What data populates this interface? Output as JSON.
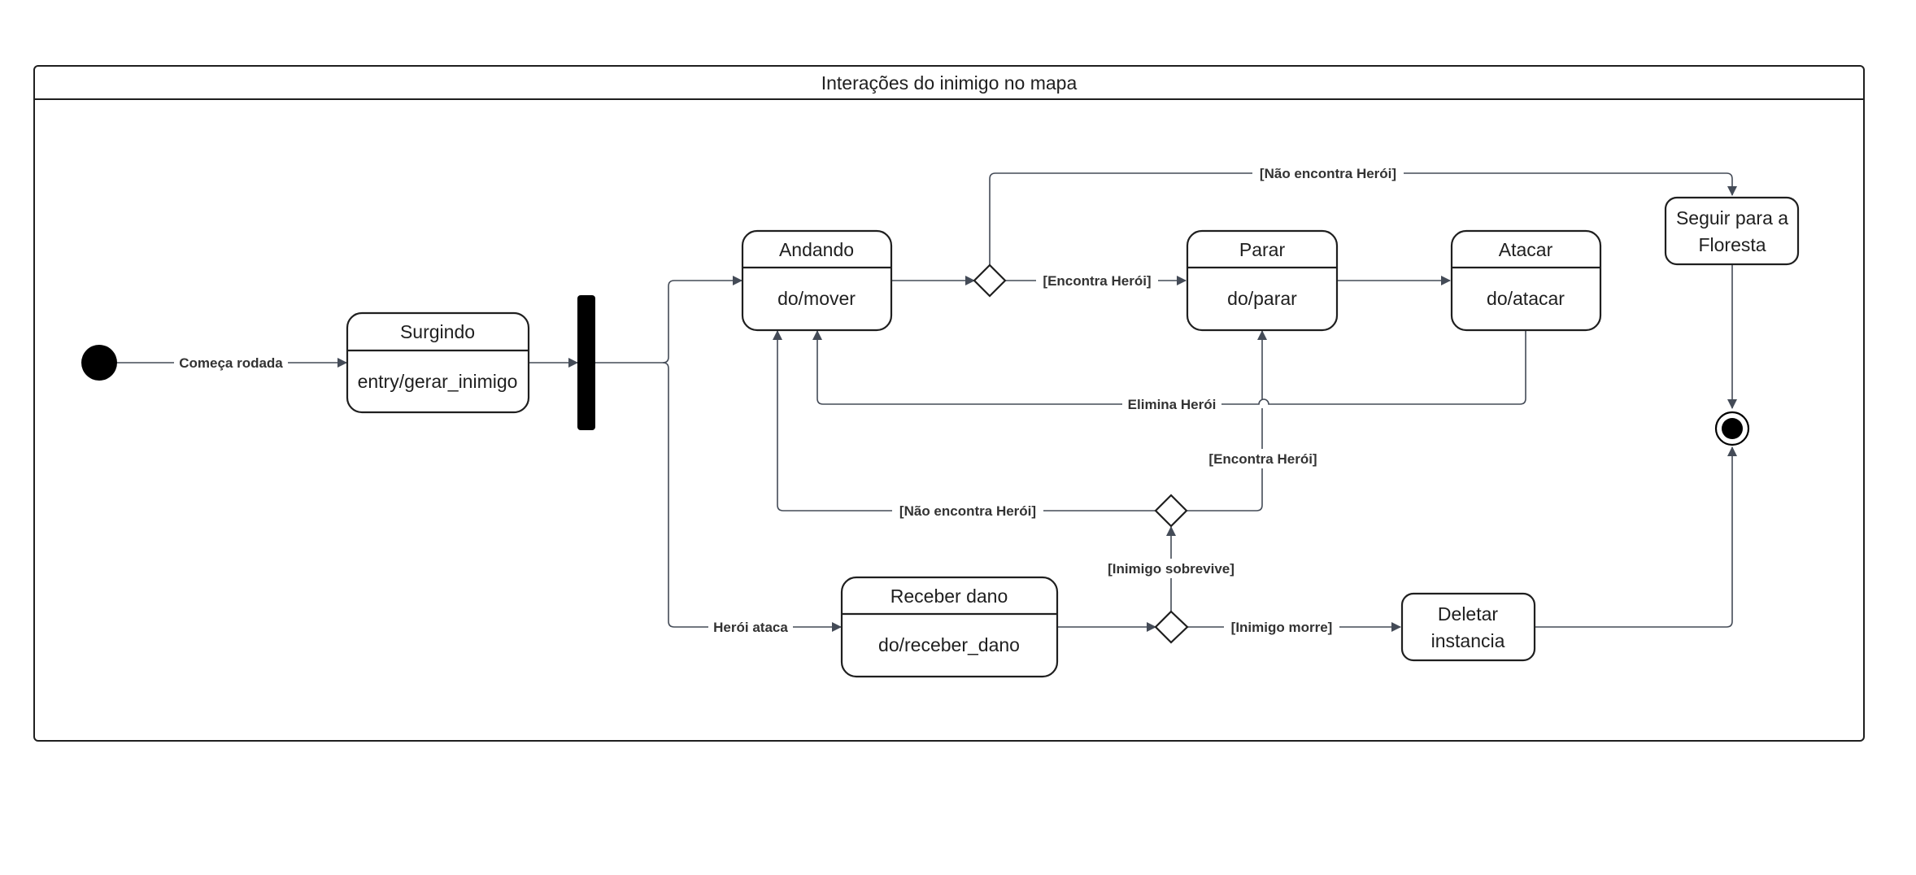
{
  "diagram": {
    "title": "Interações do inimigo no mapa",
    "states": {
      "surgindo": {
        "name": "Surgindo",
        "activity": "entry/gerar_inimigo"
      },
      "andando": {
        "name": "Andando",
        "activity": "do/mover"
      },
      "parar": {
        "name": "Parar",
        "activity": "do/parar"
      },
      "atacar": {
        "name": "Atacar",
        "activity": "do/atacar"
      },
      "receber_dano": {
        "name": "Receber dano",
        "activity": "do/receber_dano"
      },
      "seguir": {
        "line1": "Seguir para a",
        "line2": "Floresta"
      },
      "deletar": {
        "line1": "Deletar",
        "line2": "instancia"
      }
    },
    "edges": {
      "comeca_rodada": "Começa rodada",
      "nao_encontra_top": "[Não encontra Herói]",
      "encontra_top": "[Encontra Herói]",
      "elimina_heroi": "Elimina Herói",
      "encontra_mid": "[Encontra Herói]",
      "nao_encontra_mid": "[Não encontra Herói]",
      "inimigo_sobrevive": "[Inimigo sobrevive]",
      "heroi_ataca": "Herói ataca",
      "inimigo_morre": "[Inimigo morre]"
    }
  }
}
